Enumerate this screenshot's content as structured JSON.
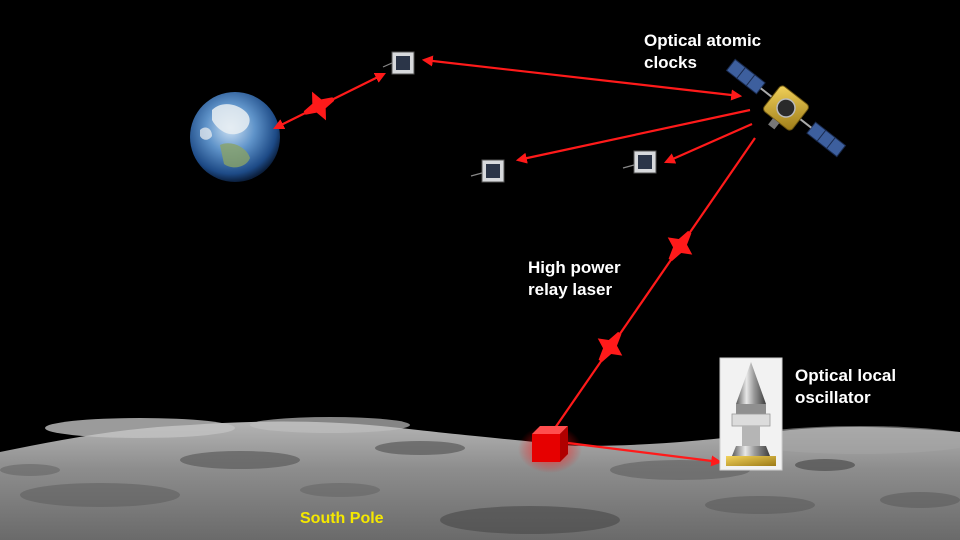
{
  "labels": {
    "optical_atomic_clocks": [
      "Optical atomic",
      "clocks"
    ],
    "high_power_relay_laser": [
      "High power",
      "relay laser"
    ],
    "optical_local_oscillator": [
      "Optical local",
      "oscillator"
    ],
    "south_pole": "South Pole"
  },
  "colors": {
    "background": "#000000",
    "laser": "#ff1a1a",
    "label_text": "#ffffff",
    "south_pole_text": "#f5e800",
    "lunar_surface": "#8c8c8c"
  },
  "icons": {
    "earth": "earth-icon",
    "clock_satellite": "satellite-icon",
    "cubesat": "cubesat-icon",
    "ground_terminal": "red-cube-icon",
    "oscillator": "optical-cavity-icon"
  }
}
